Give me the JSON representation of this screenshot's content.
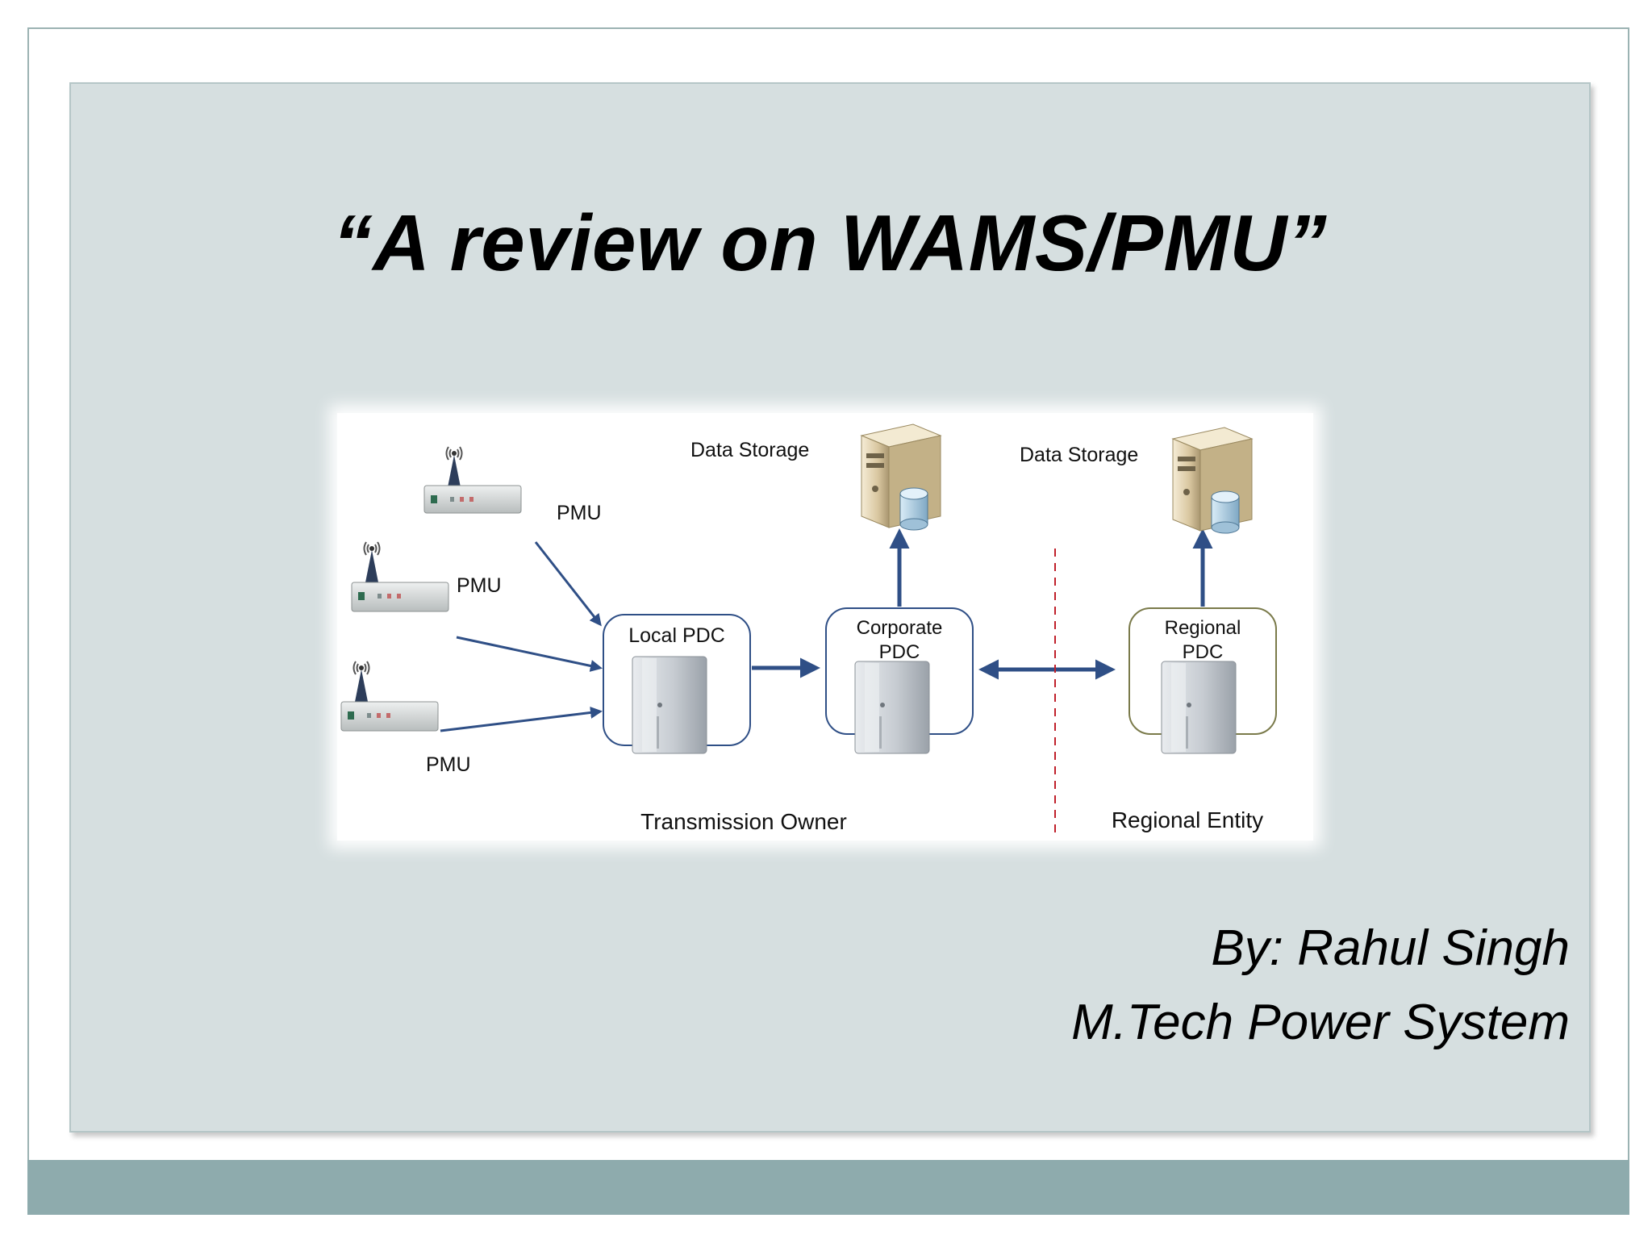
{
  "slide": {
    "title": "“A review on WAMS/PMU”",
    "author": "By: Rahul Singh",
    "program": "M.Tech Power System"
  },
  "diagram": {
    "pmu_labels": [
      "PMU",
      "PMU",
      "PMU"
    ],
    "local_pdc": "Local PDC",
    "corporate_pdc_line1": "Corporate",
    "corporate_pdc_line2": "PDC",
    "regional_pdc_line1": "Regional",
    "regional_pdc_line2": "PDC",
    "data_storage_left": "Data Storage",
    "data_storage_right": "Data Storage",
    "transmission_owner": "Transmission Owner",
    "regional_entity": "Regional Entity"
  },
  "colors": {
    "panel": "#d6dfe0",
    "footer": "#8eabad",
    "arrow": "#2f4f86",
    "divider": "#c0202a"
  }
}
